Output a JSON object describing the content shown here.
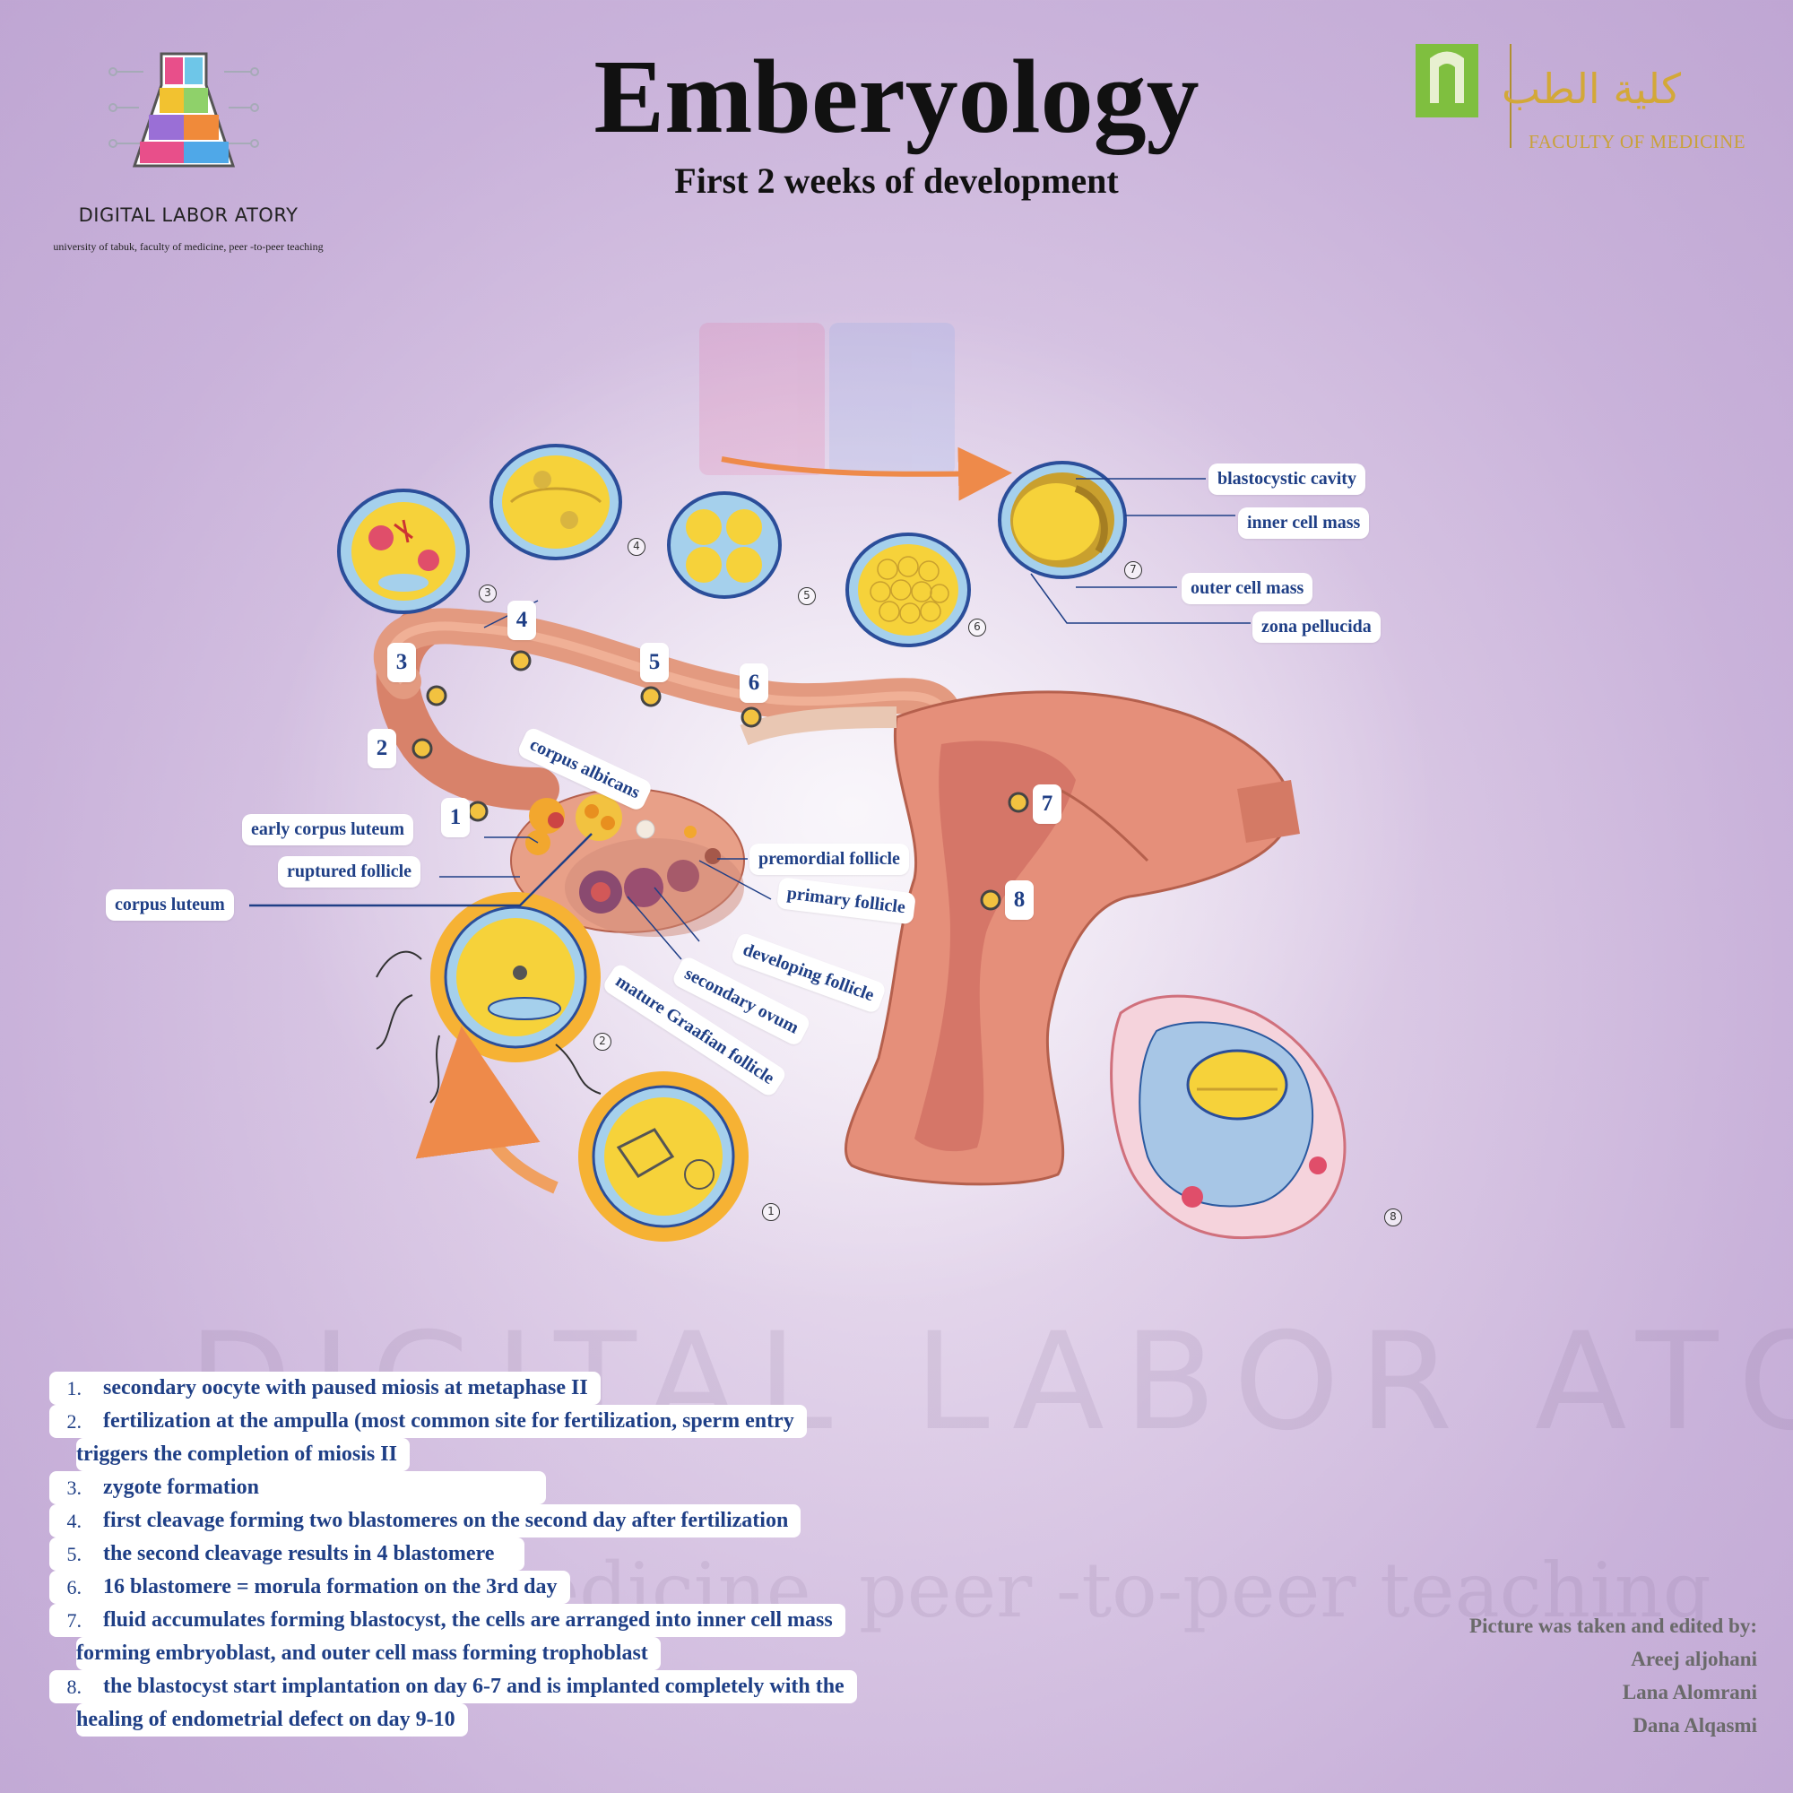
{
  "header": {
    "title": "Emberyology",
    "subtitle": "First 2 weeks of development",
    "lab_name": "DIGITAL LABOR ATORY",
    "lab_tagline": "university of tabuk, faculty of medicine, peer -to-peer teaching",
    "faculty_name": "FACULTY OF MEDICINE",
    "faculty_arabic": "كلية الطب"
  },
  "watermark": {
    "text": "DIGITAL LABOR ATORY",
    "subtext": "faculty of medicine, peer -to-peer teaching"
  },
  "numbers": [
    "1",
    "2",
    "3",
    "4",
    "5",
    "6",
    "7",
    "8"
  ],
  "stage_labels": [
    "1",
    "2",
    "3",
    "4",
    "5",
    "6",
    "7",
    "8"
  ],
  "blastocyst_labels": {
    "blastocystic_cavity": "blastocystic cavity",
    "inner_cell_mass": "inner cell mass",
    "outer_cell_mass": "outer cell mass",
    "zona_pellucida": "zona pellucida"
  },
  "ovary_labels": {
    "corpus_albicans": "corpus albicans",
    "early_corpus_luteum": "early corpus luteum",
    "ruptured_follicle": "ruptured follicle",
    "corpus_luteum": "corpus luteum",
    "premordial_follicle": "premordial follicle",
    "primary_follicle": "primary follicle",
    "developing_follicle": "developing follicle",
    "secondary_ovum": "secondary ovum",
    "mature_graafian_follicle": "mature Graafian follicle"
  },
  "steps": [
    {
      "no": "1.",
      "lines": [
        "secondary oocyte with paused miosis at metaphase II"
      ]
    },
    {
      "no": "2.",
      "lines": [
        "fertilization at the ampulla (most common site for fertilization, sperm entry",
        "triggers the completion of miosis II"
      ]
    },
    {
      "no": "3.",
      "lines": [
        " zygote formation"
      ]
    },
    {
      "no": "4.",
      "lines": [
        "first cleavage forming two blastomeres on the second day after fertilization"
      ]
    },
    {
      "no": "5.",
      "lines": [
        "the second cleavage results in 4 blastomere"
      ]
    },
    {
      "no": "6.",
      "lines": [
        "16 blastomere = morula formation on the 3rd day"
      ]
    },
    {
      "no": "7.",
      "lines": [
        "fluid accumulates forming blastocyst, the cells are arranged into inner cell mass",
        "forming embryoblast, and outer cell mass forming trophoblast"
      ]
    },
    {
      "no": "8.",
      "lines": [
        "the blastocyst start implantation on day 6-7 and is implanted completely with the",
        "healing of endometrial defect on day 9-10"
      ]
    }
  ],
  "credits": {
    "heading": "Picture was taken and edited by:",
    "names": [
      "Areej aljohani",
      "Lana Alomrani",
      "Dana Alqasmi"
    ]
  },
  "colors": {
    "label_text": "#1f3f86",
    "background": "#c9b2da",
    "tissue": "#e08f78",
    "cell_yellow": "#f6d23a",
    "arrow": "#f0a060"
  }
}
